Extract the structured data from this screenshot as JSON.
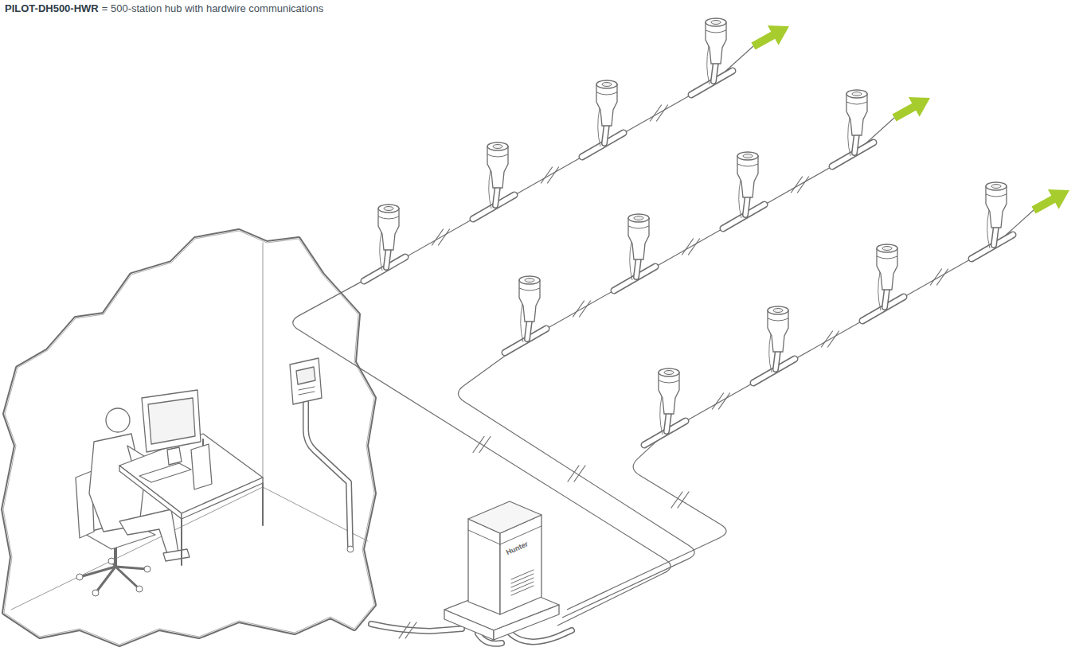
{
  "diagram": {
    "labels": [
      "PILOT-DH500-HWR",
      "= 500-station hub with hardwire communications",
      "Hunter"
    ]
  }
}
